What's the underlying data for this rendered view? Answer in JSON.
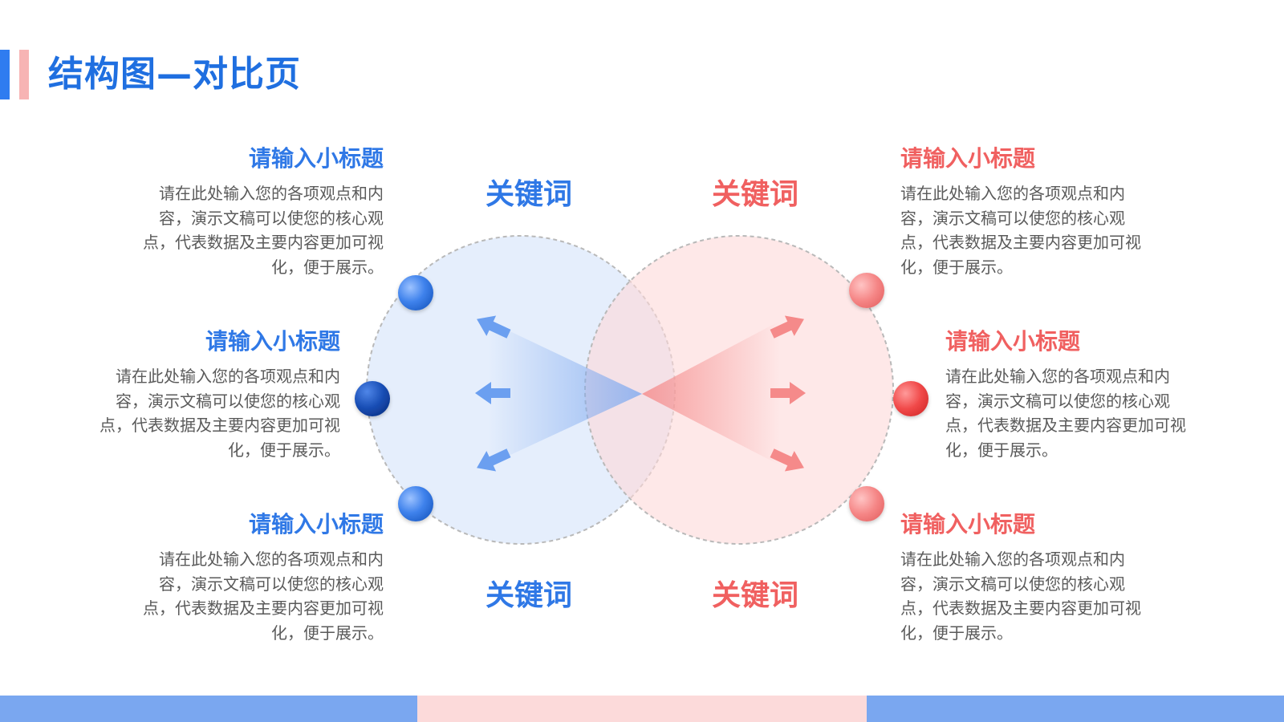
{
  "title": "结构图—对比页",
  "colors": {
    "blue": "#2f78e6",
    "red": "#f06060",
    "blue_light": "#e8f1fd",
    "red_light": "#fde7e7"
  },
  "keywords": {
    "top_left": "关键词",
    "top_right": "关键词",
    "bottom_left": "关键词",
    "bottom_right": "关键词"
  },
  "left_items": [
    {
      "heading": "请输入小标题",
      "body": "请在此处输入您的各项观点和内容，演示文稿可以使您的核心观点，代表数据及主要内容更加可视化，便于展示。"
    },
    {
      "heading": "请输入小标题",
      "body": "请在此处输入您的各项观点和内容，演示文稿可以使您的核心观点，代表数据及主要内容更加可视化，便于展示。"
    },
    {
      "heading": "请输入小标题",
      "body": "请在此处输入您的各项观点和内容，演示文稿可以使您的核心观点，代表数据及主要内容更加可视化，便于展示。"
    }
  ],
  "right_items": [
    {
      "heading": "请输入小标题",
      "body": "请在此处输入您的各项观点和内容，演示文稿可以使您的核心观点，代表数据及主要内容更加可视化，便于展示。"
    },
    {
      "heading": "请输入小标题",
      "body": "请在此处输入您的各项观点和内容，演示文稿可以使您的核心观点，代表数据及主要内容更加可视化，便于展示。"
    },
    {
      "heading": "请输入小标题",
      "body": "请在此处输入您的各项观点和内容，演示文稿可以使您的核心观点，代表数据及主要内容更加可视化，便于展示。"
    }
  ]
}
